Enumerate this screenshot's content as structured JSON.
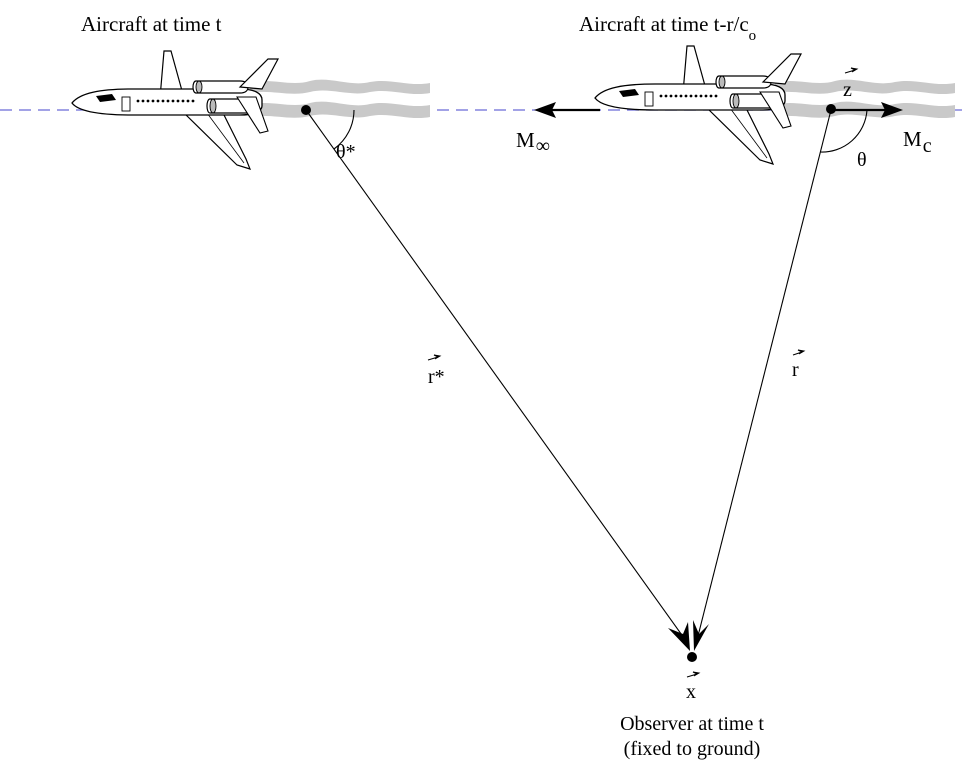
{
  "labels": {
    "left_aircraft": "Aircraft at time t",
    "right_aircraft_main": "Aircraft at time t-r/c",
    "right_aircraft_sub": "o",
    "theta_star": "θ*",
    "theta": "θ",
    "m_inf_main": "M",
    "m_inf_sub": "∞",
    "m_c_main": "M",
    "m_c_sub": "c",
    "z_vec": "z",
    "r_star_vec": "r*",
    "r_vec": "r",
    "x_vec": "x",
    "observer_line1": "Observer at time t",
    "observer_line2": "(fixed to ground)"
  },
  "colors": {
    "dash_line": "#6b6bd6",
    "contrail": "#c9c9c9",
    "ink": "#000000"
  },
  "icons": [
    "aircraft-icon",
    "contrail-icon",
    "vector-arrow-icon"
  ]
}
